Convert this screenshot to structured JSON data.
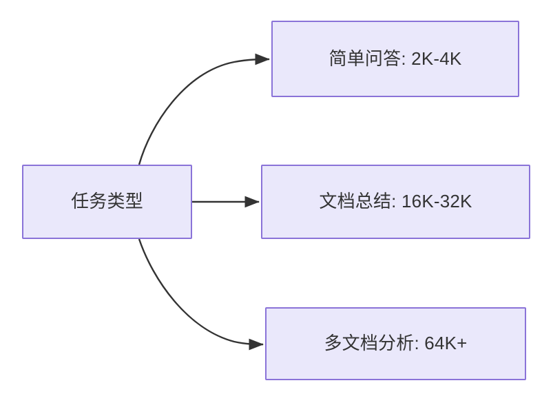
{
  "diagram": {
    "type": "flowchart",
    "direction": "left-to-right",
    "background_color": "#ffffff",
    "node_fill_color": "#eae8fb",
    "node_border_color": "#8a73d8",
    "node_text_color": "#333333",
    "edge_color": "#333333",
    "nodes": [
      {
        "id": "source",
        "label": "任务类型",
        "role": "root"
      },
      {
        "id": "simple-qa",
        "label": "简单问答: 2K-4K",
        "role": "leaf"
      },
      {
        "id": "doc-summary",
        "label": "文档总结: 16K-32K",
        "role": "leaf"
      },
      {
        "id": "multi-doc",
        "label": "多文档分析: 64K+",
        "role": "leaf"
      }
    ],
    "edges": [
      {
        "id": "edge-source-simple-qa",
        "from": "source",
        "to": "simple-qa",
        "style": "curved",
        "arrow": "end"
      },
      {
        "id": "edge-source-doc-summary",
        "from": "source",
        "to": "doc-summary",
        "style": "straight",
        "arrow": "end"
      },
      {
        "id": "edge-source-multi-doc",
        "from": "source",
        "to": "multi-doc",
        "style": "curved",
        "arrow": "end"
      }
    ]
  }
}
